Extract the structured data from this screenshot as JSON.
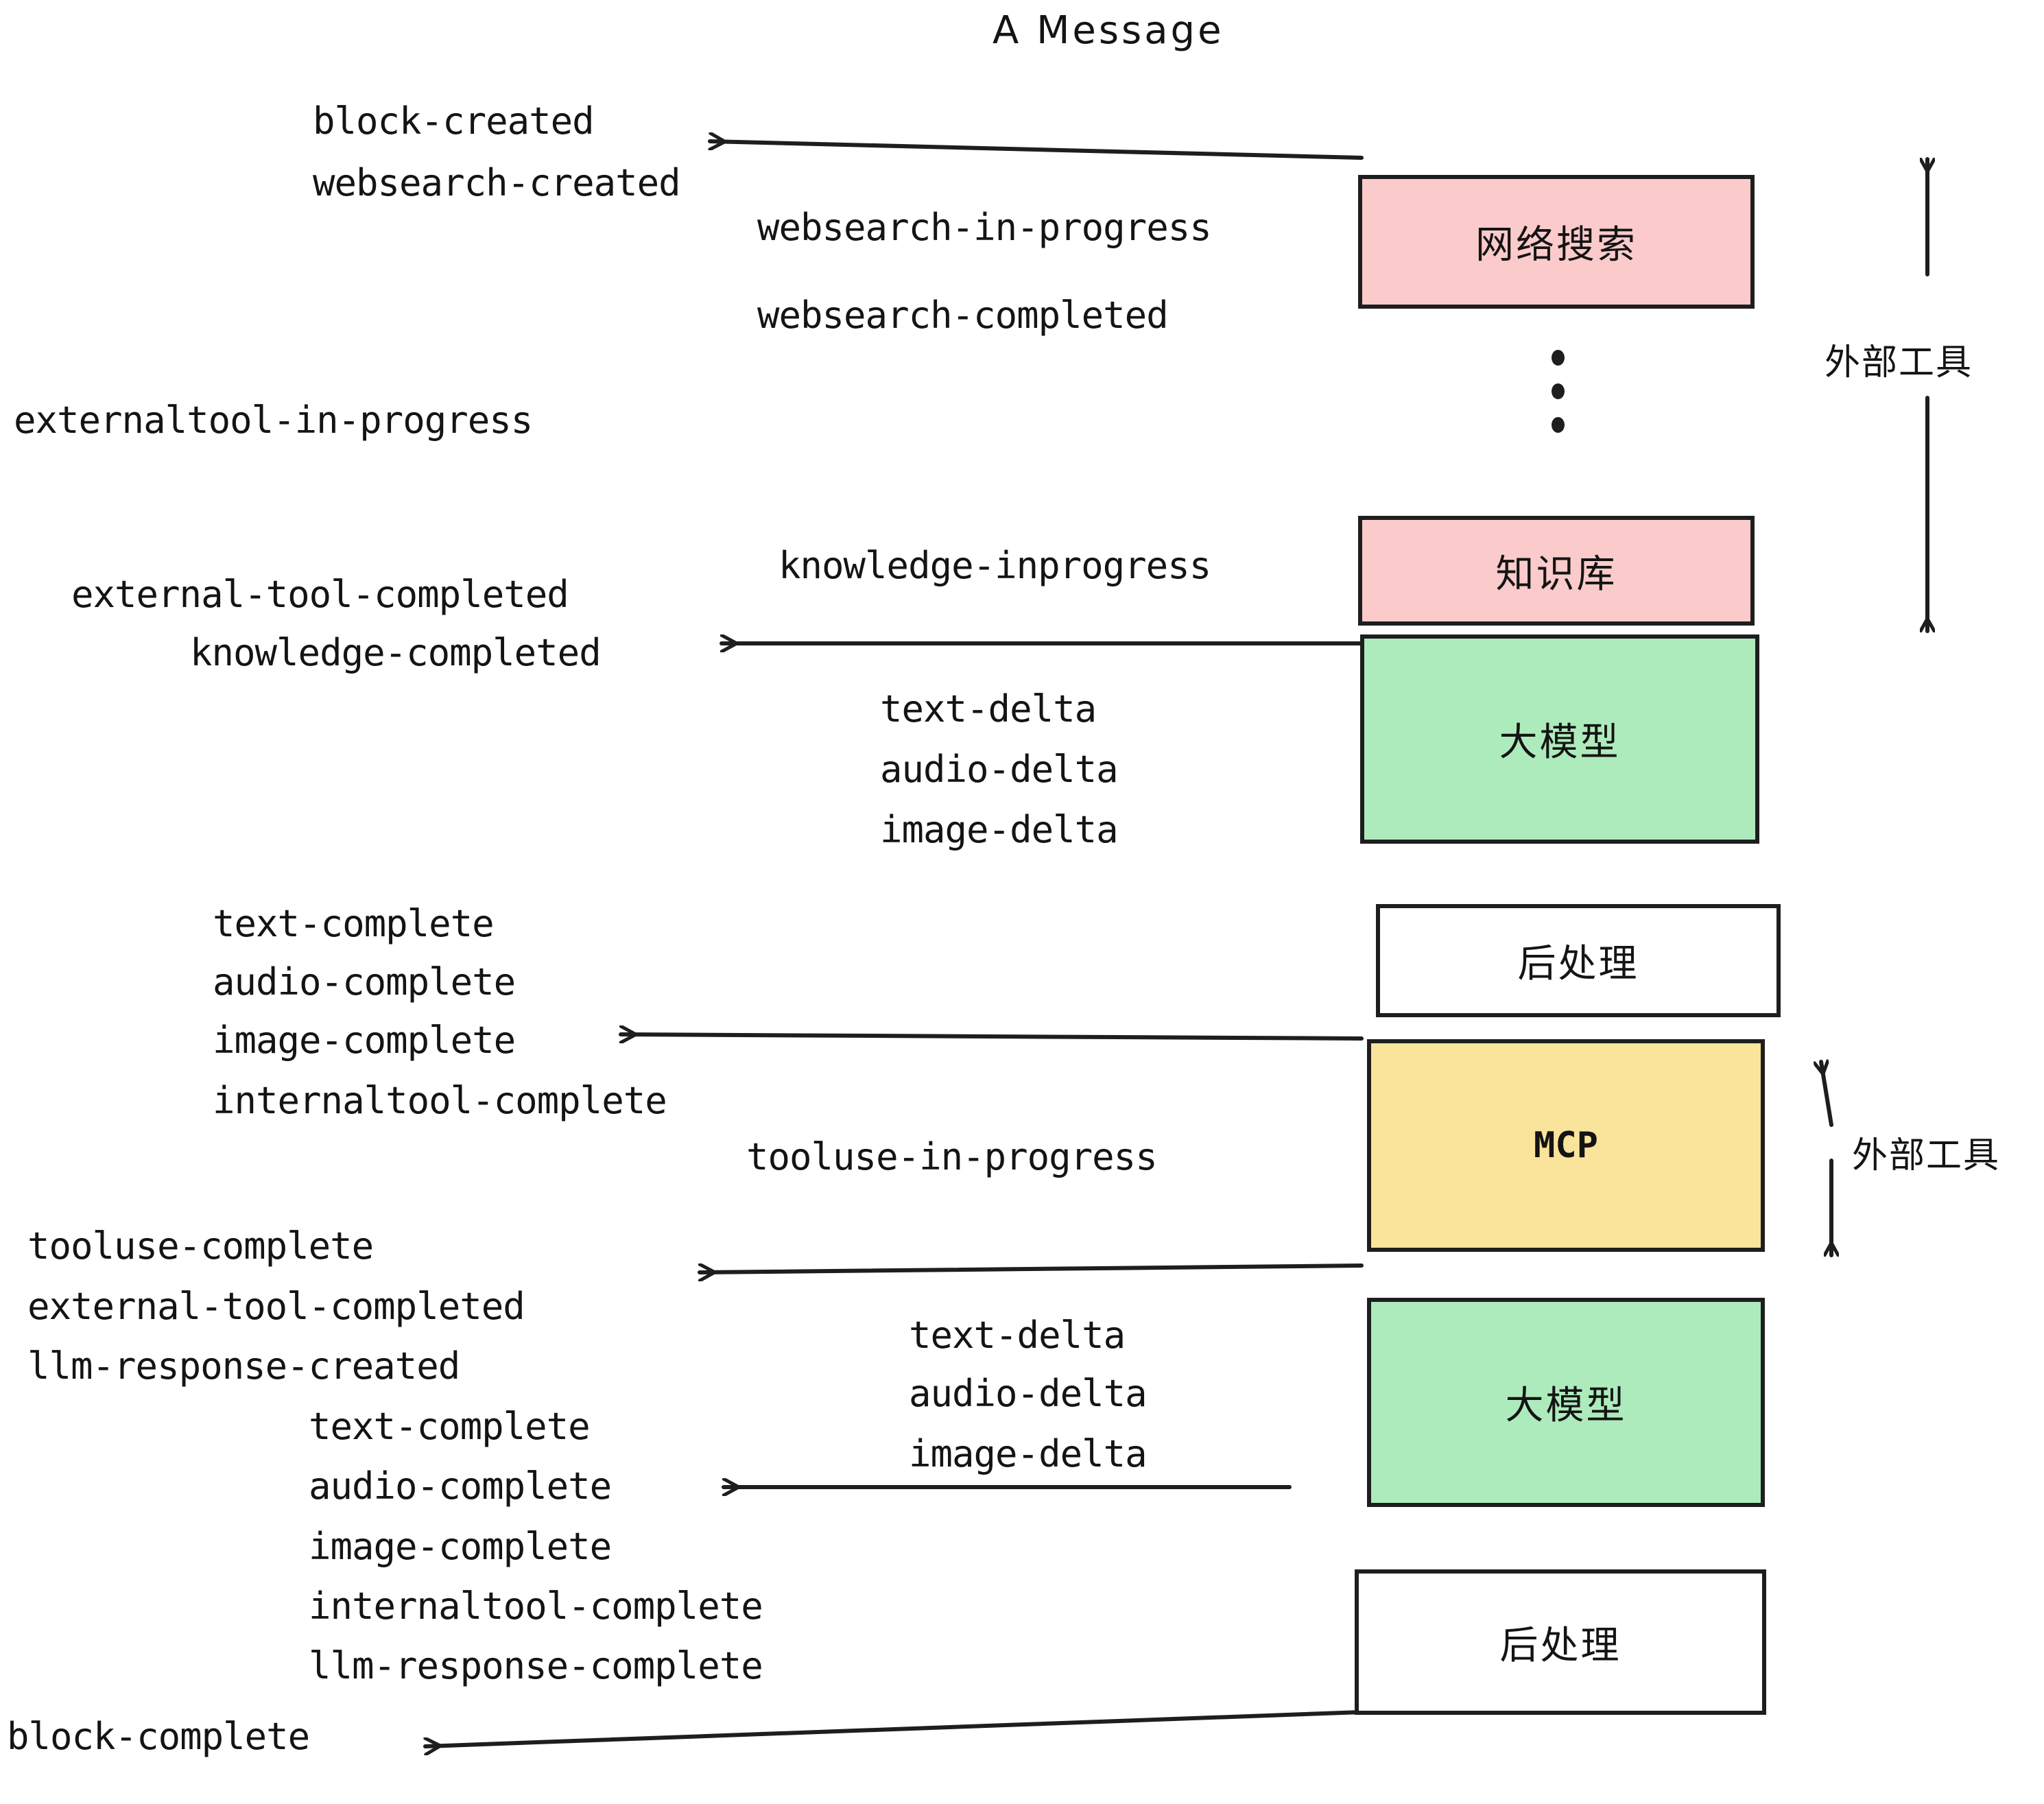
{
  "title": "A Message",
  "colors": {
    "pink": "#FBCBCB",
    "green": "#AEEBBC",
    "yellow": "#FAE49B",
    "white": "#FFFFFF",
    "stroke": "#1E1E1E",
    "text": "#141414",
    "background": "#FFFFFF"
  },
  "boxes": [
    {
      "label": "网络搜索",
      "fill": "pink"
    },
    {
      "label": "知识库",
      "fill": "pink"
    },
    {
      "label": "大模型",
      "fill": "green"
    },
    {
      "label": "后处理",
      "fill": "white"
    },
    {
      "label": "MCP",
      "fill": "yellow"
    },
    {
      "label": "大模型",
      "fill": "green"
    },
    {
      "label": "后处理",
      "fill": "white"
    }
  ],
  "side_labels": [
    {
      "label": "外部工具"
    },
    {
      "label": "外部工具"
    }
  ],
  "events": [
    {
      "text": "block-created"
    },
    {
      "text": "websearch-created"
    },
    {
      "text": "websearch-in-progress"
    },
    {
      "text": "websearch-completed"
    },
    {
      "text": "externaltool-in-progress"
    },
    {
      "text": "knowledge-inprogress"
    },
    {
      "text": "external-tool-completed"
    },
    {
      "text": "knowledge-completed"
    },
    {
      "text": "text-delta"
    },
    {
      "text": "audio-delta"
    },
    {
      "text": "image-delta"
    },
    {
      "text": "text-complete"
    },
    {
      "text": "audio-complete"
    },
    {
      "text": "image-complete"
    },
    {
      "text": "internaltool-complete"
    },
    {
      "text": "tooluse-in-progress"
    },
    {
      "text": "tooluse-complete"
    },
    {
      "text": "external-tool-completed"
    },
    {
      "text": "llm-response-created"
    },
    {
      "text": "text-complete"
    },
    {
      "text": "audio-complete"
    },
    {
      "text": "image-complete"
    },
    {
      "text": "internaltool-complete"
    },
    {
      "text": "llm-response-complete"
    },
    {
      "text": "block-complete"
    },
    {
      "text": "text-delta"
    },
    {
      "text": "audio-delta"
    },
    {
      "text": "image-delta"
    }
  ]
}
